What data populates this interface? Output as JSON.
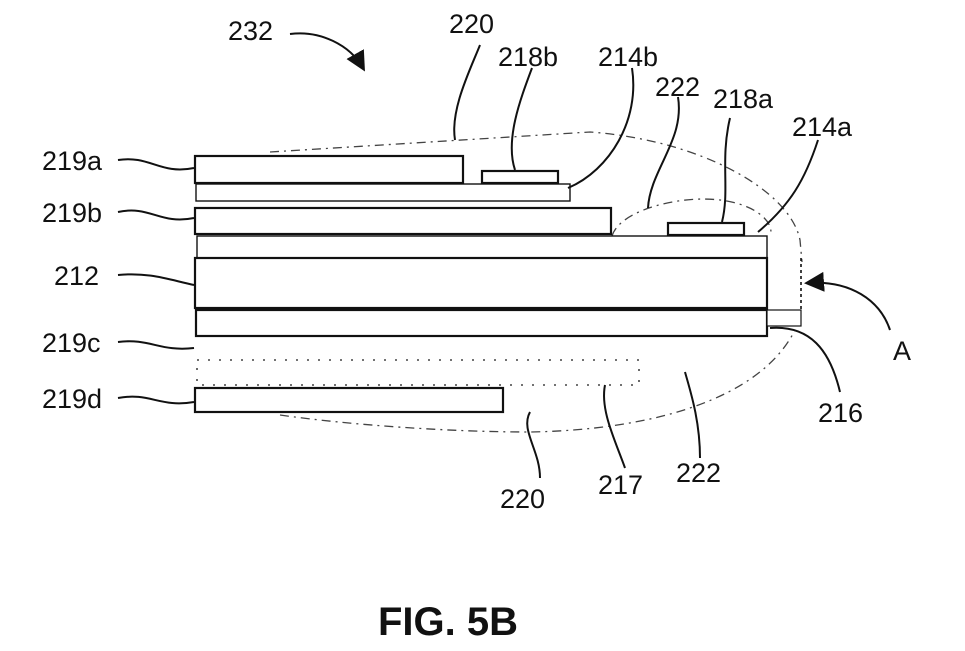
{
  "figure": {
    "caption": "FIG. 5B",
    "labels": {
      "assembly": "232",
      "encap_top": "220",
      "encap_bottom": "220",
      "chip_b": "218b",
      "trace_b": "214b",
      "bubble_top": "222",
      "chip_a": "218a",
      "trace_a": "214a",
      "layer_a": "219a",
      "layer_b": "219b",
      "core": "212",
      "layer_c": "219c",
      "layer_d": "219d",
      "detail": "A",
      "edge": "216",
      "dashed_layer": "217",
      "bubble_bottom": "222"
    }
  }
}
